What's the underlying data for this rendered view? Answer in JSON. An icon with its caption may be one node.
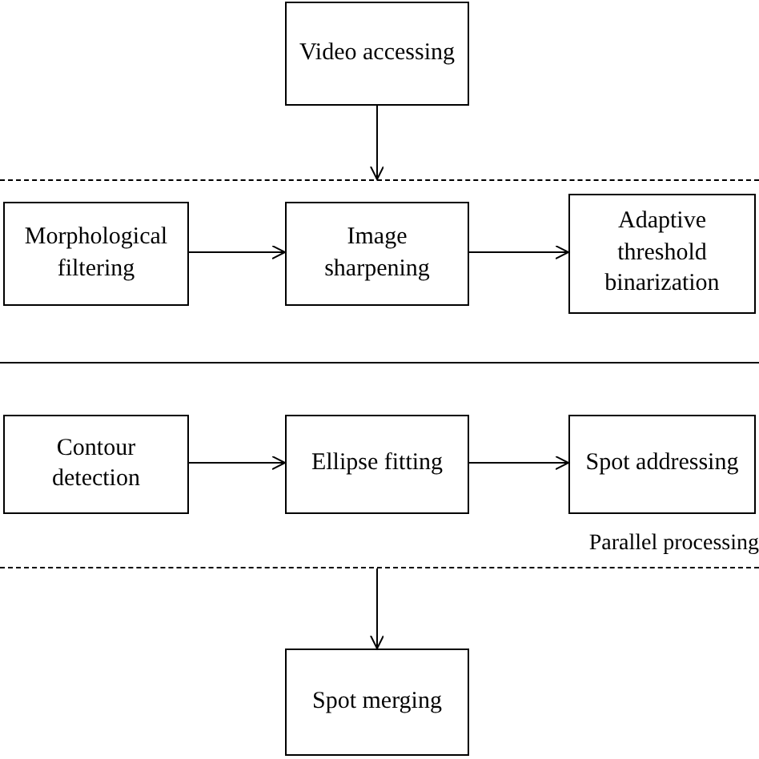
{
  "diagram": {
    "nodes": [
      {
        "text": [
          "Video accessing"
        ]
      },
      {
        "text": [
          "Parallel processing"
        ]
      },
      {
        "text": [
          "Morphological filtering"
        ],
        "in": 1
      },
      {
        "text": [
          "Image sharpening"
        ],
        "in": 1
      },
      {
        "text": [
          "Adaptive threshold binarization"
        ],
        "in": 1
      },
      {
        "text": [
          "Contour detection"
        ],
        "in": 1
      },
      {
        "text": [
          "Ellipse fitting"
        ],
        "in": 1
      },
      {
        "text": [
          "Spot addressing"
        ],
        "in": 1
      },
      {
        "text": [
          "Spot merging"
        ]
      }
    ],
    "edges": [
      {
        "from": 0,
        "to": 1,
        "arrow": "to"
      },
      {
        "from": 2,
        "to": 3,
        "arrow": "to"
      },
      {
        "from": 3,
        "to": 4,
        "arrow": "to"
      },
      {
        "from": 5,
        "to": 6,
        "arrow": "to"
      },
      {
        "from": 6,
        "to": 7,
        "arrow": "to"
      },
      {
        "from": 1,
        "to": 8,
        "arrow": "to"
      }
    ]
  }
}
